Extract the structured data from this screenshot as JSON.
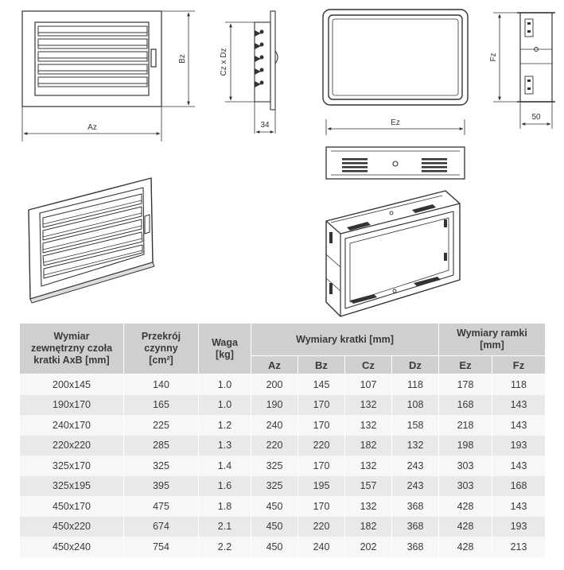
{
  "drawing": {
    "dim_az": "Az",
    "dim_bz": "Bz",
    "dim_cz_dz": "Cz x Dz",
    "dim_depth": "34",
    "dim_ez": "Ez",
    "dim_fz": "Fz",
    "dim_frame_depth": "50"
  },
  "table": {
    "headers": {
      "dimension": [
        "Wymiar",
        "zewnętrzny czoła",
        "kratki AxB [mm]"
      ],
      "area": [
        "Przekrój",
        "czynny",
        "[cm²]"
      ],
      "weight": [
        "Waga",
        "[kg]"
      ],
      "grille_group": "Wymiary kratki [mm]",
      "frame_group": [
        "Wymiary ramki",
        "[mm]"
      ],
      "az": "Az",
      "bz": "Bz",
      "cz": "Cz",
      "dz": "Dz",
      "ez": "Ez",
      "fz": "Fz"
    },
    "rows": [
      [
        "200x145",
        "140",
        "1.0",
        "200",
        "145",
        "107",
        "118",
        "178",
        "118"
      ],
      [
        "190x170",
        "165",
        "1.0",
        "190",
        "170",
        "132",
        "108",
        "168",
        "143"
      ],
      [
        "240x170",
        "225",
        "1.2",
        "240",
        "170",
        "132",
        "158",
        "218",
        "143"
      ],
      [
        "220x220",
        "285",
        "1.3",
        "220",
        "220",
        "182",
        "132",
        "198",
        "193"
      ],
      [
        "325x170",
        "325",
        "1.4",
        "325",
        "170",
        "132",
        "243",
        "303",
        "143"
      ],
      [
        "325x195",
        "395",
        "1.6",
        "325",
        "195",
        "157",
        "243",
        "303",
        "168"
      ],
      [
        "450x170",
        "475",
        "1.8",
        "450",
        "170",
        "132",
        "368",
        "428",
        "143"
      ],
      [
        "450x220",
        "674",
        "2.1",
        "450",
        "220",
        "182",
        "368",
        "428",
        "193"
      ],
      [
        "450x240",
        "754",
        "2.2",
        "450",
        "240",
        "202",
        "368",
        "428",
        "213"
      ]
    ]
  }
}
